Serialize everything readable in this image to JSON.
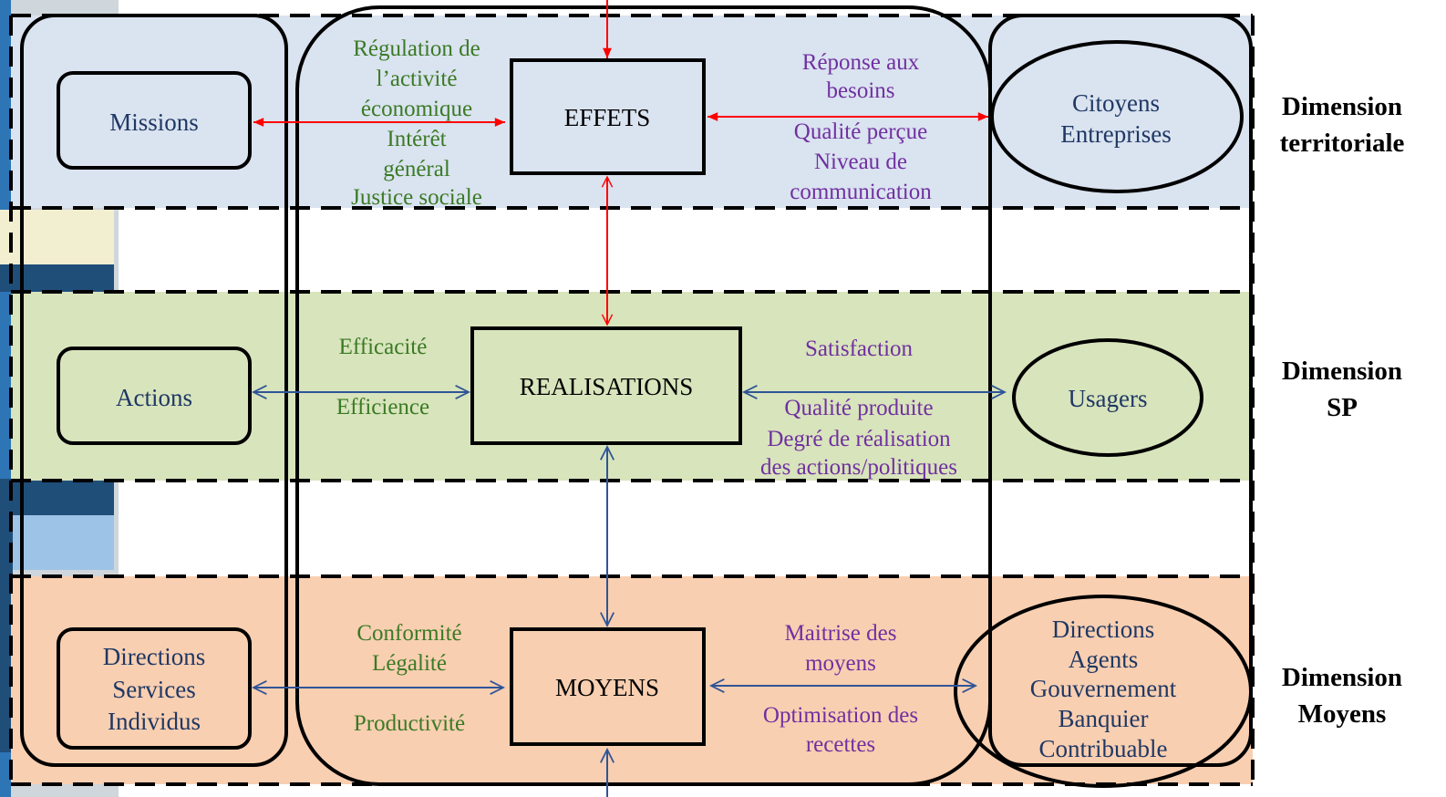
{
  "colors": {
    "band_territoriale": "#dae3f0",
    "band_sp": "#d8e4bc",
    "band_moyens": "#f9cfb1",
    "green_text": "#3a7a25",
    "purple_text": "#7030a0",
    "blue_text": "#1f3864",
    "red_arrow": "#ff0000",
    "blue_arrow": "#2f5597"
  },
  "left_boxes": {
    "missions": "Missions",
    "actions": "Actions",
    "directions": [
      "Directions",
      "Services",
      "Individus"
    ]
  },
  "center_boxes": {
    "effets": "EFFETS",
    "realisations": "REALISATIONS",
    "moyens": "MOYENS"
  },
  "right_ellipses": {
    "citoyens": [
      "Citoyens",
      "Entreprises"
    ],
    "usagers": "Usagers",
    "acteurs": [
      "Directions",
      "Agents",
      "Gouvernement",
      "Banquier",
      "Contribuable"
    ]
  },
  "left_criteria": {
    "territoriale": [
      "Régulation de",
      "l’activité",
      "économique",
      "Intérêt",
      "général",
      "Justice sociale"
    ],
    "sp_top": "Efficacité",
    "sp_bottom": "Efficience",
    "moyens_top": [
      "Conformité",
      "Légalité"
    ],
    "moyens_bottom": "Productivité"
  },
  "right_criteria": {
    "territoriale_top": [
      "Réponse aux",
      "besoins"
    ],
    "territoriale_bottom": [
      "Qualité perçue",
      "Niveau de",
      "communication"
    ],
    "sp_top": "Satisfaction",
    "sp_bottom": [
      "Qualité produite",
      "Degré de réalisation",
      "des actions/politiques"
    ],
    "moyens_top": [
      "Maitrise des",
      "moyens"
    ],
    "moyens_bottom": [
      "Optimisation des",
      "recettes"
    ]
  },
  "dimensions": {
    "territoriale": [
      "Dimension",
      "territoriale"
    ],
    "sp": [
      "Dimension",
      "SP"
    ],
    "moyens": [
      "Dimension",
      "Moyens"
    ]
  }
}
